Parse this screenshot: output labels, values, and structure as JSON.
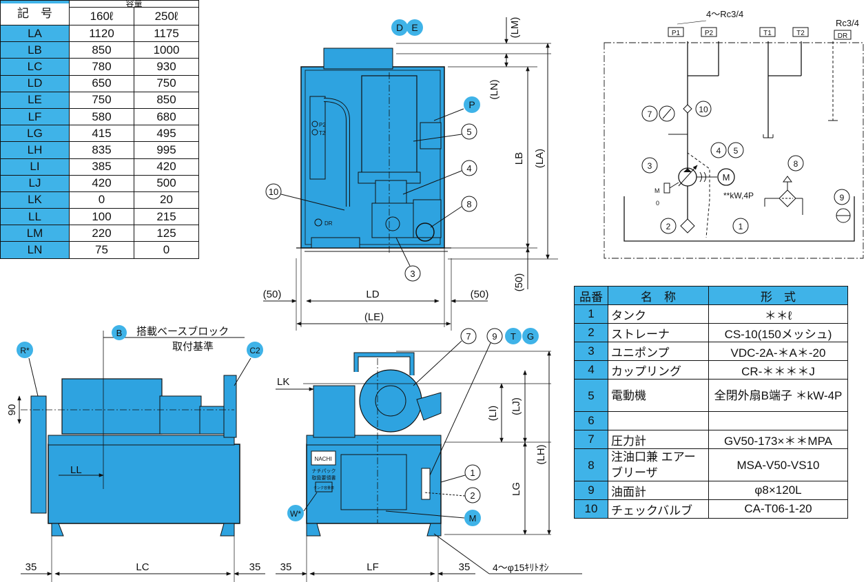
{
  "dim_table": {
    "header_symbol": "記　号",
    "header_capacity": "容量",
    "col_160": "160ℓ",
    "col_250": "250ℓ",
    "rows": [
      {
        "key": "LA",
        "v160": "1120",
        "v250": "1175"
      },
      {
        "key": "LB",
        "v160": "850",
        "v250": "1000"
      },
      {
        "key": "LC",
        "v160": "780",
        "v250": "930"
      },
      {
        "key": "LD",
        "v160": "650",
        "v250": "750"
      },
      {
        "key": "LE",
        "v160": "750",
        "v250": "850"
      },
      {
        "key": "LF",
        "v160": "580",
        "v250": "680"
      },
      {
        "key": "LG",
        "v160": "415",
        "v250": "495"
      },
      {
        "key": "LH",
        "v160": "835",
        "v250": "995"
      },
      {
        "key": "LI",
        "v160": "385",
        "v250": "420"
      },
      {
        "key": "LJ",
        "v160": "420",
        "v250": "500"
      },
      {
        "key": "LK",
        "v160": "0",
        "v250": "20"
      },
      {
        "key": "LL",
        "v160": "100",
        "v250": "215"
      },
      {
        "key": "LM",
        "v160": "220",
        "v250": "125"
      },
      {
        "key": "LN",
        "v160": "75",
        "v250": "0"
      }
    ]
  },
  "parts_table": {
    "h_no": "品番",
    "h_name": "名　称",
    "h_model": "形　式",
    "rows": [
      {
        "no": "1",
        "name": "タンク",
        "model": "＊＊ℓ"
      },
      {
        "no": "2",
        "name": "ストレーナ",
        "model": "CS-10(150メッシュ)"
      },
      {
        "no": "3",
        "name": "ユニポンプ",
        "model": "VDC-2A-＊A＊-20"
      },
      {
        "no": "4",
        "name": "カップリング",
        "model": "CR-＊＊＊＊J"
      },
      {
        "no": "5",
        "name": "電動機",
        "model": "全閉外扇B端子 ＊kW-4P"
      },
      {
        "no": "6",
        "name": "",
        "model": ""
      },
      {
        "no": "7",
        "name": "圧力計",
        "model": "GV50-173×＊＊MPA"
      },
      {
        "no": "8",
        "name": "注油口兼 エアーブリーザ",
        "model": "MSA-V50-VS10"
      },
      {
        "no": "9",
        "name": "油面計",
        "model": "φ8×120L"
      },
      {
        "no": "10",
        "name": "チェックバルブ",
        "model": "CA-T06-1-20"
      }
    ]
  },
  "top_view": {
    "bubbles": [
      "D",
      "E",
      "P"
    ],
    "callouts": [
      "10",
      "5",
      "4",
      "8",
      "3"
    ],
    "dims": {
      "LM": "(LM)",
      "LN": "(LN)",
      "LB": "LB",
      "LA": "(LA)",
      "d50r": "(50)",
      "d50l": "(50)",
      "LD": "LD",
      "d50b": "(50)",
      "LE": "(LE)"
    },
    "labels": {
      "p2": "P2",
      "t2": "T2",
      "dr": "DR"
    }
  },
  "side_view": {
    "bubbles": [
      "B",
      "R*",
      "C2"
    ],
    "mount_label": "搭載ベースブロック",
    "mount_label2": "取付基準",
    "dims": {
      "d90": "90",
      "LL": "LL",
      "d35l": "35",
      "LC": "LC",
      "d35r": "35"
    }
  },
  "front_view": {
    "bubbles": [
      "T",
      "G",
      "W*",
      "M"
    ],
    "callouts": [
      "7",
      "9",
      "1",
      "2"
    ],
    "dims": {
      "LK": "LK",
      "LI": "(LI)",
      "LJ": "(LJ)",
      "LH": "(LH)",
      "LG": "LG",
      "d35l": "35",
      "LF": "LF",
      "d35r": "35"
    },
    "holes_note": "4～φ15ｷﾘﾄｵｼ",
    "brand": "NACHI",
    "plate1": "ナチパック",
    "plate2": "取扱要領書",
    "plate3": "タンク容量表"
  },
  "circuit": {
    "ports_note": "4～Rc3/4",
    "dr_note": "Rc3/4",
    "ports": [
      "P1",
      "P2",
      "T1",
      "T2",
      "DR"
    ],
    "motor_letter": "M",
    "motor_note": "**kW,4P",
    "m_label": "M",
    "zero_label": "0",
    "numbers": [
      "7",
      "10",
      "4",
      "5",
      "3",
      "8",
      "9",
      "2",
      "1"
    ]
  },
  "colors": {
    "accent": "#3fb3e8",
    "machine": "#2ea3e0",
    "outline": "#1a1a1a"
  }
}
